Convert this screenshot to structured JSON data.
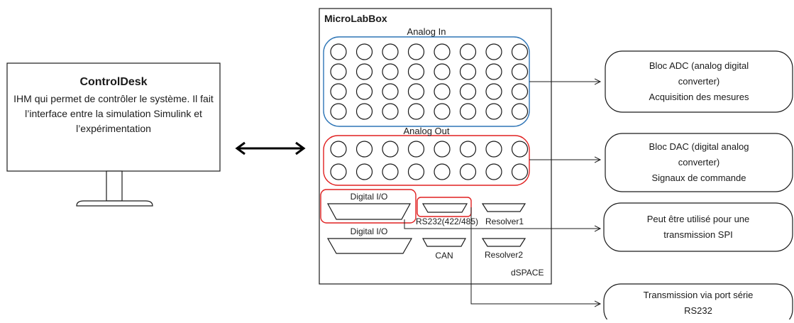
{
  "controldesk": {
    "title": "ControlDesk",
    "description": "IHM qui permet de contrôler le système. Il fait l’interface entre la simulation Simulink et l’expérimentation"
  },
  "microlabbox": {
    "title": "MicroLabBox",
    "analog_in_label": "Analog In",
    "analog_out_label": "Analog Out",
    "digital_io_1_label": "Digital I/O",
    "digital_io_2_label": "Digital I/O",
    "rs232_label": "RS232(422/485)",
    "can_label": "CAN",
    "resolver1_label": "Resolver1",
    "resolver2_label": "Resolver2",
    "brand": "dSPACE",
    "analog_in_rows": 4,
    "analog_out_rows": 2,
    "connectors_per_row": 8,
    "colors": {
      "analog_in": "#2e75b6",
      "highlight": "#e02020",
      "line": "#1a1a1a"
    }
  },
  "callouts": {
    "adc": {
      "line1": "Bloc ADC (analog digital",
      "line2": "converter)",
      "line3": "Acquisition des mesures"
    },
    "dac": {
      "line1": "Bloc DAC (digital analog",
      "line2": "converter)",
      "line3": "Signaux de commande"
    },
    "spi": {
      "line1": "Peut être utilisé pour une",
      "line2": "transmission SPI"
    },
    "rs232": {
      "line1": "Transmission via port série",
      "line2": "RS232"
    }
  }
}
